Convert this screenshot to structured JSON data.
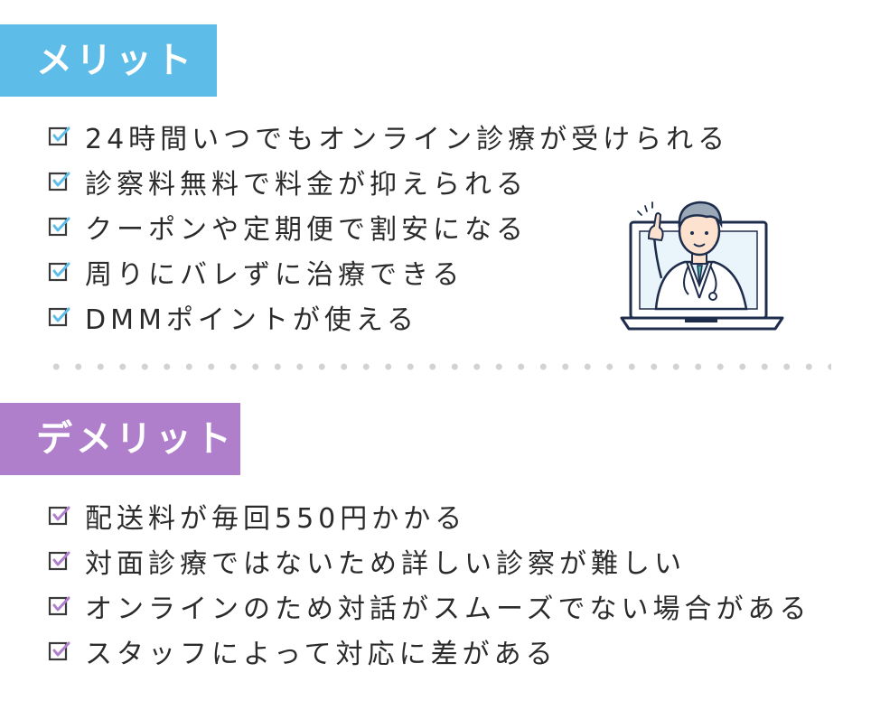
{
  "merits": {
    "label": "メリット",
    "check_color": "#5ebde8",
    "items": [
      "24時間いつでもオンライン診療が受けられる",
      "診察料無料で料金が抑えられる",
      "クーポンや定期便で割安になる",
      "周りにバレずに治療できる",
      "DMMポイントが使える"
    ]
  },
  "demerits": {
    "label": "デメリット",
    "check_color": "#b07fcc",
    "items": [
      "配送料が毎回550円かかる",
      "対面診療ではないため詳しい診察が難しい",
      "オンラインのため対話がスムーズでない場合がある",
      "スタッフによって対応に差がある"
    ]
  },
  "colors": {
    "merit_accent": "#5ebde8",
    "demerit_accent": "#b07fcc",
    "text": "#2b2b2b",
    "divider_dots": "#d2d2d2"
  },
  "icons": {
    "checkbox": "checked-checkbox-icon",
    "illustration": "doctor-on-laptop-illustration"
  }
}
